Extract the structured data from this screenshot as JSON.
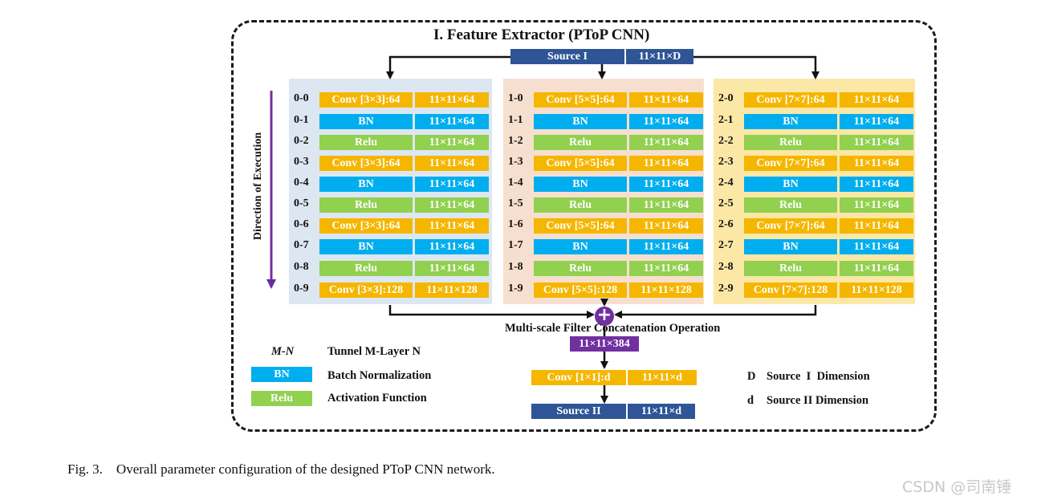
{
  "title": "I. Feature Extractor (PToP CNN)",
  "colors": {
    "conv": "#f5b600",
    "bn": "#00aeef",
    "relu": "#92d050",
    "source": "#2f5597",
    "concat": "#7030a0",
    "panel0": "#dde7f2",
    "panel1": "#f7dfcf",
    "panel2": "#fbe7a6"
  },
  "source1": {
    "label": "Source I",
    "dim": "11×11×D"
  },
  "direction_label": "Direction of Execution",
  "tunnels": [
    {
      "rows": [
        {
          "id": "0-0",
          "op": "Conv [3×3]:64",
          "dim": "11×11×64",
          "type": "conv"
        },
        {
          "id": "0-1",
          "op": "BN",
          "dim": "11×11×64",
          "type": "bn"
        },
        {
          "id": "0-2",
          "op": "Relu",
          "dim": "11×11×64",
          "type": "relu"
        },
        {
          "id": "0-3",
          "op": "Conv [3×3]:64",
          "dim": "11×11×64",
          "type": "conv"
        },
        {
          "id": "0-4",
          "op": "BN",
          "dim": "11×11×64",
          "type": "bn"
        },
        {
          "id": "0-5",
          "op": "Relu",
          "dim": "11×11×64",
          "type": "relu"
        },
        {
          "id": "0-6",
          "op": "Conv [3×3]:64",
          "dim": "11×11×64",
          "type": "conv"
        },
        {
          "id": "0-7",
          "op": "BN",
          "dim": "11×11×64",
          "type": "bn"
        },
        {
          "id": "0-8",
          "op": "Relu",
          "dim": "11×11×64",
          "type": "relu"
        },
        {
          "id": "0-9",
          "op": "Conv [3×3]:128",
          "dim": "11×11×128",
          "type": "conv"
        }
      ]
    },
    {
      "rows": [
        {
          "id": "1-0",
          "op": "Conv [5×5]:64",
          "dim": "11×11×64",
          "type": "conv"
        },
        {
          "id": "1-1",
          "op": "BN",
          "dim": "11×11×64",
          "type": "bn"
        },
        {
          "id": "1-2",
          "op": "Relu",
          "dim": "11×11×64",
          "type": "relu"
        },
        {
          "id": "1-3",
          "op": "Conv [5×5]:64",
          "dim": "11×11×64",
          "type": "conv"
        },
        {
          "id": "1-4",
          "op": "BN",
          "dim": "11×11×64",
          "type": "bn"
        },
        {
          "id": "1-5",
          "op": "Relu",
          "dim": "11×11×64",
          "type": "relu"
        },
        {
          "id": "1-6",
          "op": "Conv [5×5]:64",
          "dim": "11×11×64",
          "type": "conv"
        },
        {
          "id": "1-7",
          "op": "BN",
          "dim": "11×11×64",
          "type": "bn"
        },
        {
          "id": "1-8",
          "op": "Relu",
          "dim": "11×11×64",
          "type": "relu"
        },
        {
          "id": "1-9",
          "op": "Conv [5×5]:128",
          "dim": "11×11×128",
          "type": "conv"
        }
      ]
    },
    {
      "rows": [
        {
          "id": "2-0",
          "op": "Conv [7×7]:64",
          "dim": "11×11×64",
          "type": "conv"
        },
        {
          "id": "2-1",
          "op": "BN",
          "dim": "11×11×64",
          "type": "bn"
        },
        {
          "id": "2-2",
          "op": "Relu",
          "dim": "11×11×64",
          "type": "relu"
        },
        {
          "id": "2-3",
          "op": "Conv [7×7]:64",
          "dim": "11×11×64",
          "type": "conv"
        },
        {
          "id": "2-4",
          "op": "BN",
          "dim": "11×11×64",
          "type": "bn"
        },
        {
          "id": "2-5",
          "op": "Relu",
          "dim": "11×11×64",
          "type": "relu"
        },
        {
          "id": "2-6",
          "op": "Conv [7×7]:64",
          "dim": "11×11×64",
          "type": "conv"
        },
        {
          "id": "2-7",
          "op": "BN",
          "dim": "11×11×64",
          "type": "bn"
        },
        {
          "id": "2-8",
          "op": "Relu",
          "dim": "11×11×64",
          "type": "relu"
        },
        {
          "id": "2-9",
          "op": "Conv [7×7]:128",
          "dim": "11×11×128",
          "type": "conv"
        }
      ]
    }
  ],
  "concat": {
    "label": "Multi-scale Filter Concatenation Operation",
    "dim": "11×11×384",
    "symbol": "+"
  },
  "conv1": {
    "op": "Conv [1×1]:d",
    "dim": "11×11×d"
  },
  "source2": {
    "label": "Source II",
    "dim": "11×11×d"
  },
  "legend": {
    "mn_key": "M-N",
    "mn_text": "Tunnel M-Layer N",
    "bn_key": "BN",
    "bn_text": "Batch Normalization",
    "relu_key": "Relu",
    "relu_text": "Activation Function",
    "D_key": "D",
    "D_text": "Source  I  Dimension",
    "d_key": "d",
    "d_text": "Source II Dimension"
  },
  "caption": "Fig. 3.    Overall parameter configuration of the designed PToP CNN network.",
  "watermark": "CSDN @司南锤"
}
